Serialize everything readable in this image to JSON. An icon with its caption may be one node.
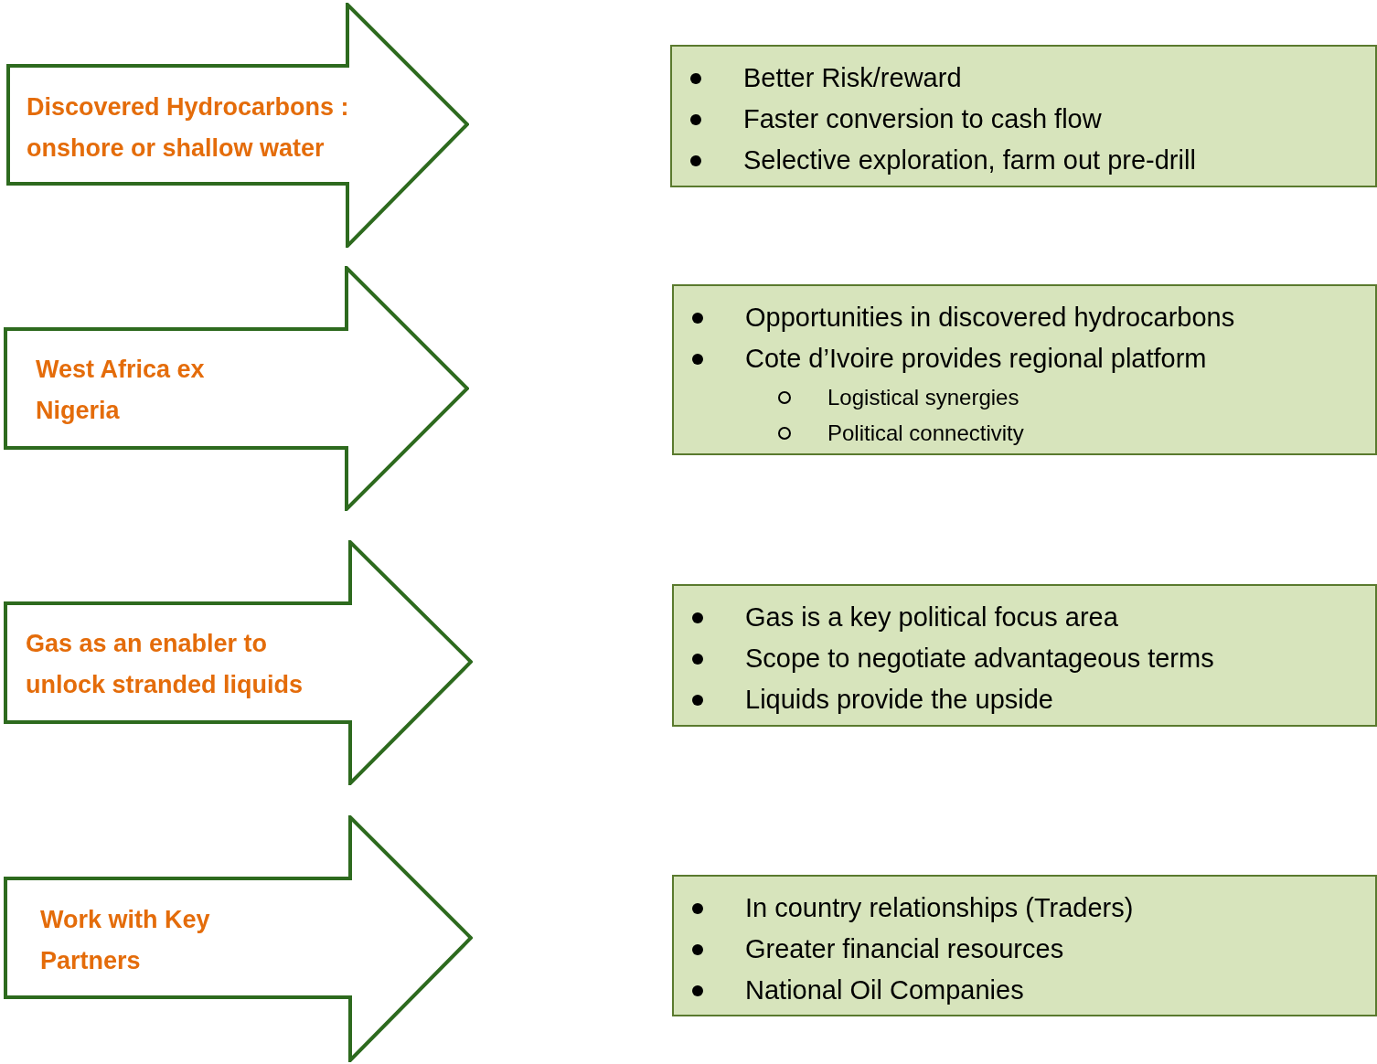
{
  "diagram": {
    "nodes": [
      {
        "text": [
          "Discovered Hydrocarbons : onshore or shallow water"
        ]
      },
      {
        "text": [
          "West Africa ex Nigeria"
        ]
      },
      {
        "text": [
          "Gas as an enabler to unlock stranded liquids"
        ]
      },
      {
        "text": [
          "Work with Key Partners"
        ]
      },
      {
        "text": [
          "Better Risk/reward",
          "Faster conversion to cash flow",
          "Selective exploration, farm out pre-drill"
        ]
      },
      {
        "text": [
          "Opportunities in discovered hydrocarbons",
          "Cote d’Ivoire provides regional platform",
          "Logistical synergies",
          "Political connectivity"
        ]
      },
      {
        "text": [
          "Gas is a key political focus area",
          "Scope to negotiate advantageous terms",
          "Liquids provide the upside"
        ]
      },
      {
        "text": [
          "In country relationships (Traders)",
          "Greater financial resources",
          "National Oil Companies"
        ]
      }
    ]
  }
}
